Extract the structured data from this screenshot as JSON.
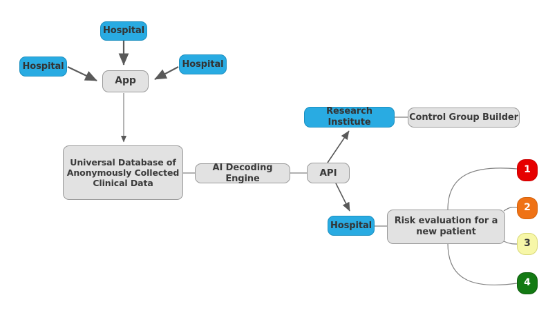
{
  "diagram": {
    "title": "Clinical data platform flow diagram",
    "background_color": "#ffffff",
    "colors": {
      "blue_node": "#29ABE2",
      "grey_node": "#e2e2e2",
      "edge": "#808080",
      "arrow": "#595959",
      "text_dark": "#3a3a3a",
      "num_1": "#e60000",
      "num_2": "#ef7215",
      "num_3": "#f7f7a8",
      "num_4": "#137a13"
    },
    "nodes": [
      {
        "id": "hospital_top",
        "label": "Hospital",
        "type": "blue"
      },
      {
        "id": "hospital_left",
        "label": "Hospital",
        "type": "blue"
      },
      {
        "id": "hospital_right",
        "label": "Hospital",
        "type": "blue"
      },
      {
        "id": "app",
        "label": "App",
        "type": "grey"
      },
      {
        "id": "database",
        "label": "Universal Database of Anonymously Collected Clinical Data",
        "type": "grey",
        "lines": [
          "Universal Database of",
          "Anonymously Collected",
          "Clinical Data"
        ]
      },
      {
        "id": "ai_engine",
        "label": "AI Decoding Engine",
        "type": "grey"
      },
      {
        "id": "api",
        "label": "API",
        "type": "grey"
      },
      {
        "id": "research",
        "label": "Research Institute",
        "type": "blue"
      },
      {
        "id": "control_group",
        "label": "Control Group Builder",
        "type": "grey"
      },
      {
        "id": "hospital_bottom",
        "label": "Hospital",
        "type": "blue"
      },
      {
        "id": "risk",
        "label": "Risk evaluation for a new patient",
        "type": "grey",
        "lines": [
          "Risk evaluation for a",
          "new patient"
        ]
      },
      {
        "id": "risk_1",
        "label": "1",
        "type": "num-1"
      },
      {
        "id": "risk_2",
        "label": "2",
        "type": "num-2"
      },
      {
        "id": "risk_3",
        "label": "3",
        "type": "num-3"
      },
      {
        "id": "risk_4",
        "label": "4",
        "type": "num-4"
      }
    ],
    "edges": [
      {
        "from": "hospital_top",
        "to": "app",
        "arrow": true
      },
      {
        "from": "hospital_left",
        "to": "app",
        "arrow": true
      },
      {
        "from": "hospital_right",
        "to": "app",
        "arrow": true
      },
      {
        "from": "app",
        "to": "database",
        "arrow": true
      },
      {
        "from": "database",
        "to": "ai_engine",
        "arrow": false
      },
      {
        "from": "ai_engine",
        "to": "api",
        "arrow": false
      },
      {
        "from": "api",
        "to": "research",
        "arrow": true
      },
      {
        "from": "research",
        "to": "control_group",
        "arrow": false
      },
      {
        "from": "api",
        "to": "hospital_bottom",
        "arrow": true
      },
      {
        "from": "hospital_bottom",
        "to": "risk",
        "arrow": false
      },
      {
        "from": "risk",
        "to": "risk_1",
        "arrow": false
      },
      {
        "from": "risk",
        "to": "risk_2",
        "arrow": false
      },
      {
        "from": "risk",
        "to": "risk_3",
        "arrow": false
      },
      {
        "from": "risk",
        "to": "risk_4",
        "arrow": false
      }
    ]
  }
}
